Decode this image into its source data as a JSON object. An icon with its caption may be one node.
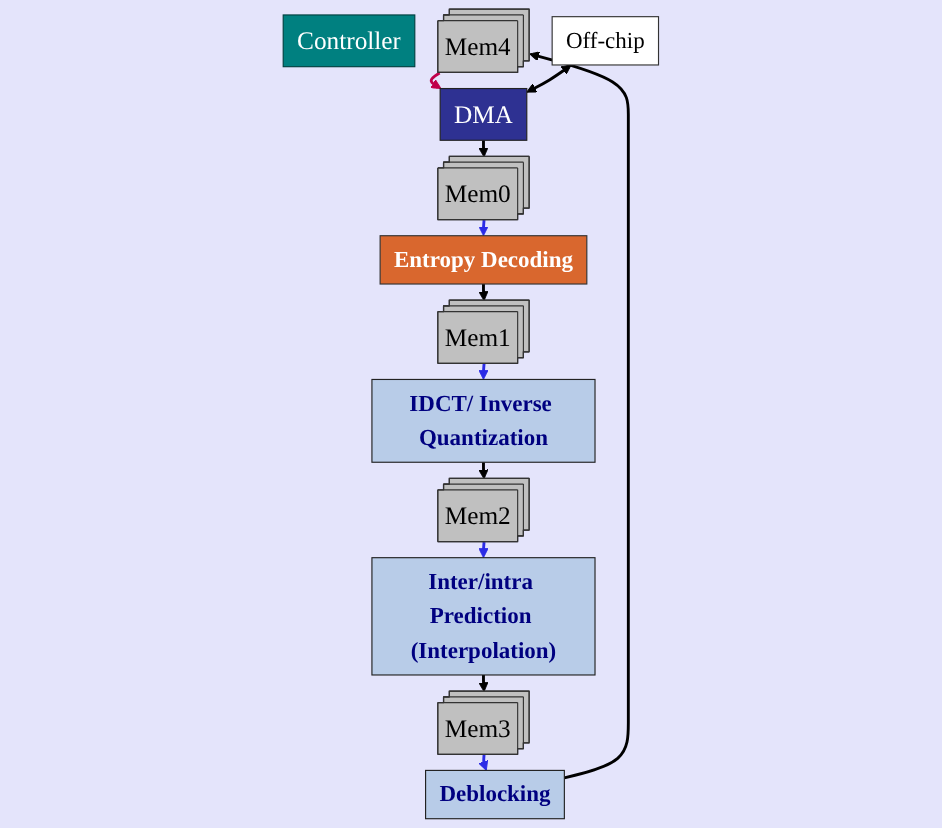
{
  "diagram": {
    "nodes": [
      {
        "text": [
          "Controller"
        ]
      },
      {
        "text": [
          "Mem4"
        ]
      },
      {
        "text": [
          "Mem3"
        ]
      },
      {
        "text": [
          "Mem2"
        ]
      },
      {
        "text": [
          "Mem1"
        ]
      },
      {
        "text": [
          "Mem0"
        ]
      },
      {
        "text": [
          "Deblocking"
        ]
      },
      {
        "text": [
          "Inter/intra Prediction (Interpolation)"
        ]
      },
      {
        "text": [
          "IDCT/ Inverse Quantization"
        ]
      },
      {
        "text": [
          "Entropy Decoding"
        ]
      },
      {
        "text": [
          "Off-chip"
        ]
      },
      {
        "text": [
          "DMA"
        ]
      }
    ],
    "edges": [
      {
        "from": 1,
        "to": 11,
        "arrow": "to",
        "color": "#c0004a"
      },
      {
        "from": 6,
        "to": 1,
        "arrow": "to"
      },
      {
        "from": 2,
        "to": 6,
        "arrow": "to",
        "color": "#2b2be6"
      },
      {
        "from": 7,
        "to": 2,
        "arrow": "to"
      },
      {
        "from": 3,
        "to": 7,
        "arrow": "to",
        "color": "#2b2be6"
      },
      {
        "from": 8,
        "to": 3,
        "arrow": "to"
      },
      {
        "from": 4,
        "to": 8,
        "arrow": "to",
        "color": "#2b2be6"
      },
      {
        "from": 9,
        "to": 4,
        "arrow": "to"
      },
      {
        "from": 5,
        "to": 9,
        "arrow": "to",
        "color": "#2b2be6"
      },
      {
        "from": 11,
        "to": 5,
        "arrow": "to"
      },
      {
        "from": 10,
        "to": 11,
        "arrow": "both"
      }
    ]
  }
}
